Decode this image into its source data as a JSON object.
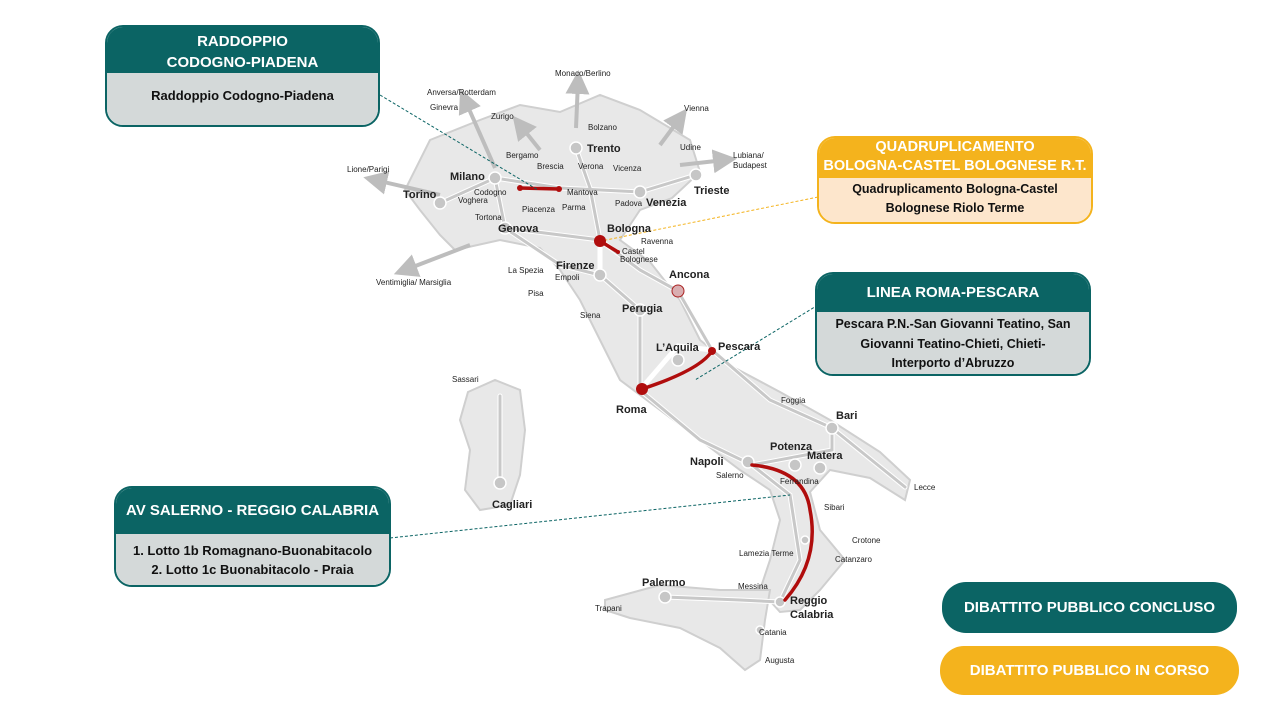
{
  "colors": {
    "teal": "#0b6464",
    "orange": "#f4b31d",
    "route_red": "#b00d0d"
  },
  "cards": {
    "codogno": {
      "title_line1": "RADDOPPIO",
      "title_line2": "CODOGNO-PIADENA",
      "body": "Raddoppio Codogno-Piadena"
    },
    "bologna": {
      "title_line1": "QUADRUPLICAMENTO",
      "title_line2": "BOLOGNA-CASTEL BOLOGNESE R.T.",
      "body_line1": "Quadruplicamento Bologna-Castel",
      "body_line2": "Bolognese Riolo Terme"
    },
    "roma_pescara": {
      "title": "LINEA ROMA-PESCARA",
      "body_line1": "Pescara P.N.-San Giovanni Teatino, San",
      "body_line2": "Giovanni Teatino-Chieti, Chieti-",
      "body_line3": "Interporto d’Abruzzo"
    },
    "salerno": {
      "title": "AV SALERNO - REGGIO CALABRIA",
      "body_line1": "1. Lotto 1b Romagnano-Buonabitacolo",
      "body_line2": "2. Lotto 1c Buonabitacolo - Praia"
    }
  },
  "legend": {
    "concluded": "DIBATTITO PUBBLICO CONCLUSO",
    "ongoing": "DIBATTITO PUBBLICO IN CORSO"
  },
  "cities": {
    "milano": "Milano",
    "torino": "Torino",
    "genova": "Genova",
    "bologna": "Bologna",
    "firenze": "Firenze",
    "venezia": "Venezia",
    "trento": "Trento",
    "trieste": "Trieste",
    "ancona": "Ancona",
    "perugia": "Perugia",
    "laquila": "L’Aquila",
    "pescara": "Pescara",
    "roma": "Roma",
    "napoli": "Napoli",
    "potenza": "Potenza",
    "matera": "Matera",
    "bari": "Bari",
    "palermo": "Palermo",
    "reggio1": "Reggio",
    "reggio2": "Calabria",
    "cagliari": "Cagliari",
    "anversa": "Anversa/Rotterdam",
    "monaco": "Monaco/Berlino",
    "ginevra": "Ginevra",
    "zurigo": "Zurigo",
    "vienna": "Vienna",
    "bolzano": "Bolzano",
    "udine": "Udine",
    "lubiana1": "Lubiana/",
    "lubiana2": "Budapest",
    "lione": "Lione/Parigi",
    "bergamo": "Bergamo",
    "brescia": "Brescia",
    "verona": "Verona",
    "vicenza": "Vicenza",
    "padova": "Padova",
    "mantova": "Mantova",
    "codogno": "Codogno",
    "voghera": "Voghera",
    "piacenza": "Piacenza",
    "parma": "Parma",
    "tortona": "Tortona",
    "ravenna": "Ravenna",
    "castel1": "Castel",
    "castel2": "Bolognese",
    "laspezia": "La Spezia",
    "empoli": "Empoli",
    "pisa": "Pisa",
    "siena": "Siena",
    "ventimiglia": "Ventimiglia/ Marsiglia",
    "sassari": "Sassari",
    "foggia": "Foggia",
    "salerno": "Salerno",
    "ferrandina": "Ferrandina",
    "lecce": "Lecce",
    "sibari": "Sibari",
    "crotone": "Crotone",
    "lamezia": "Lamezia Terme",
    "catanzaro": "Catanzaro",
    "messina": "Messina",
    "trapani": "Trapani",
    "catania": "Catania",
    "augusta": "Augusta"
  }
}
